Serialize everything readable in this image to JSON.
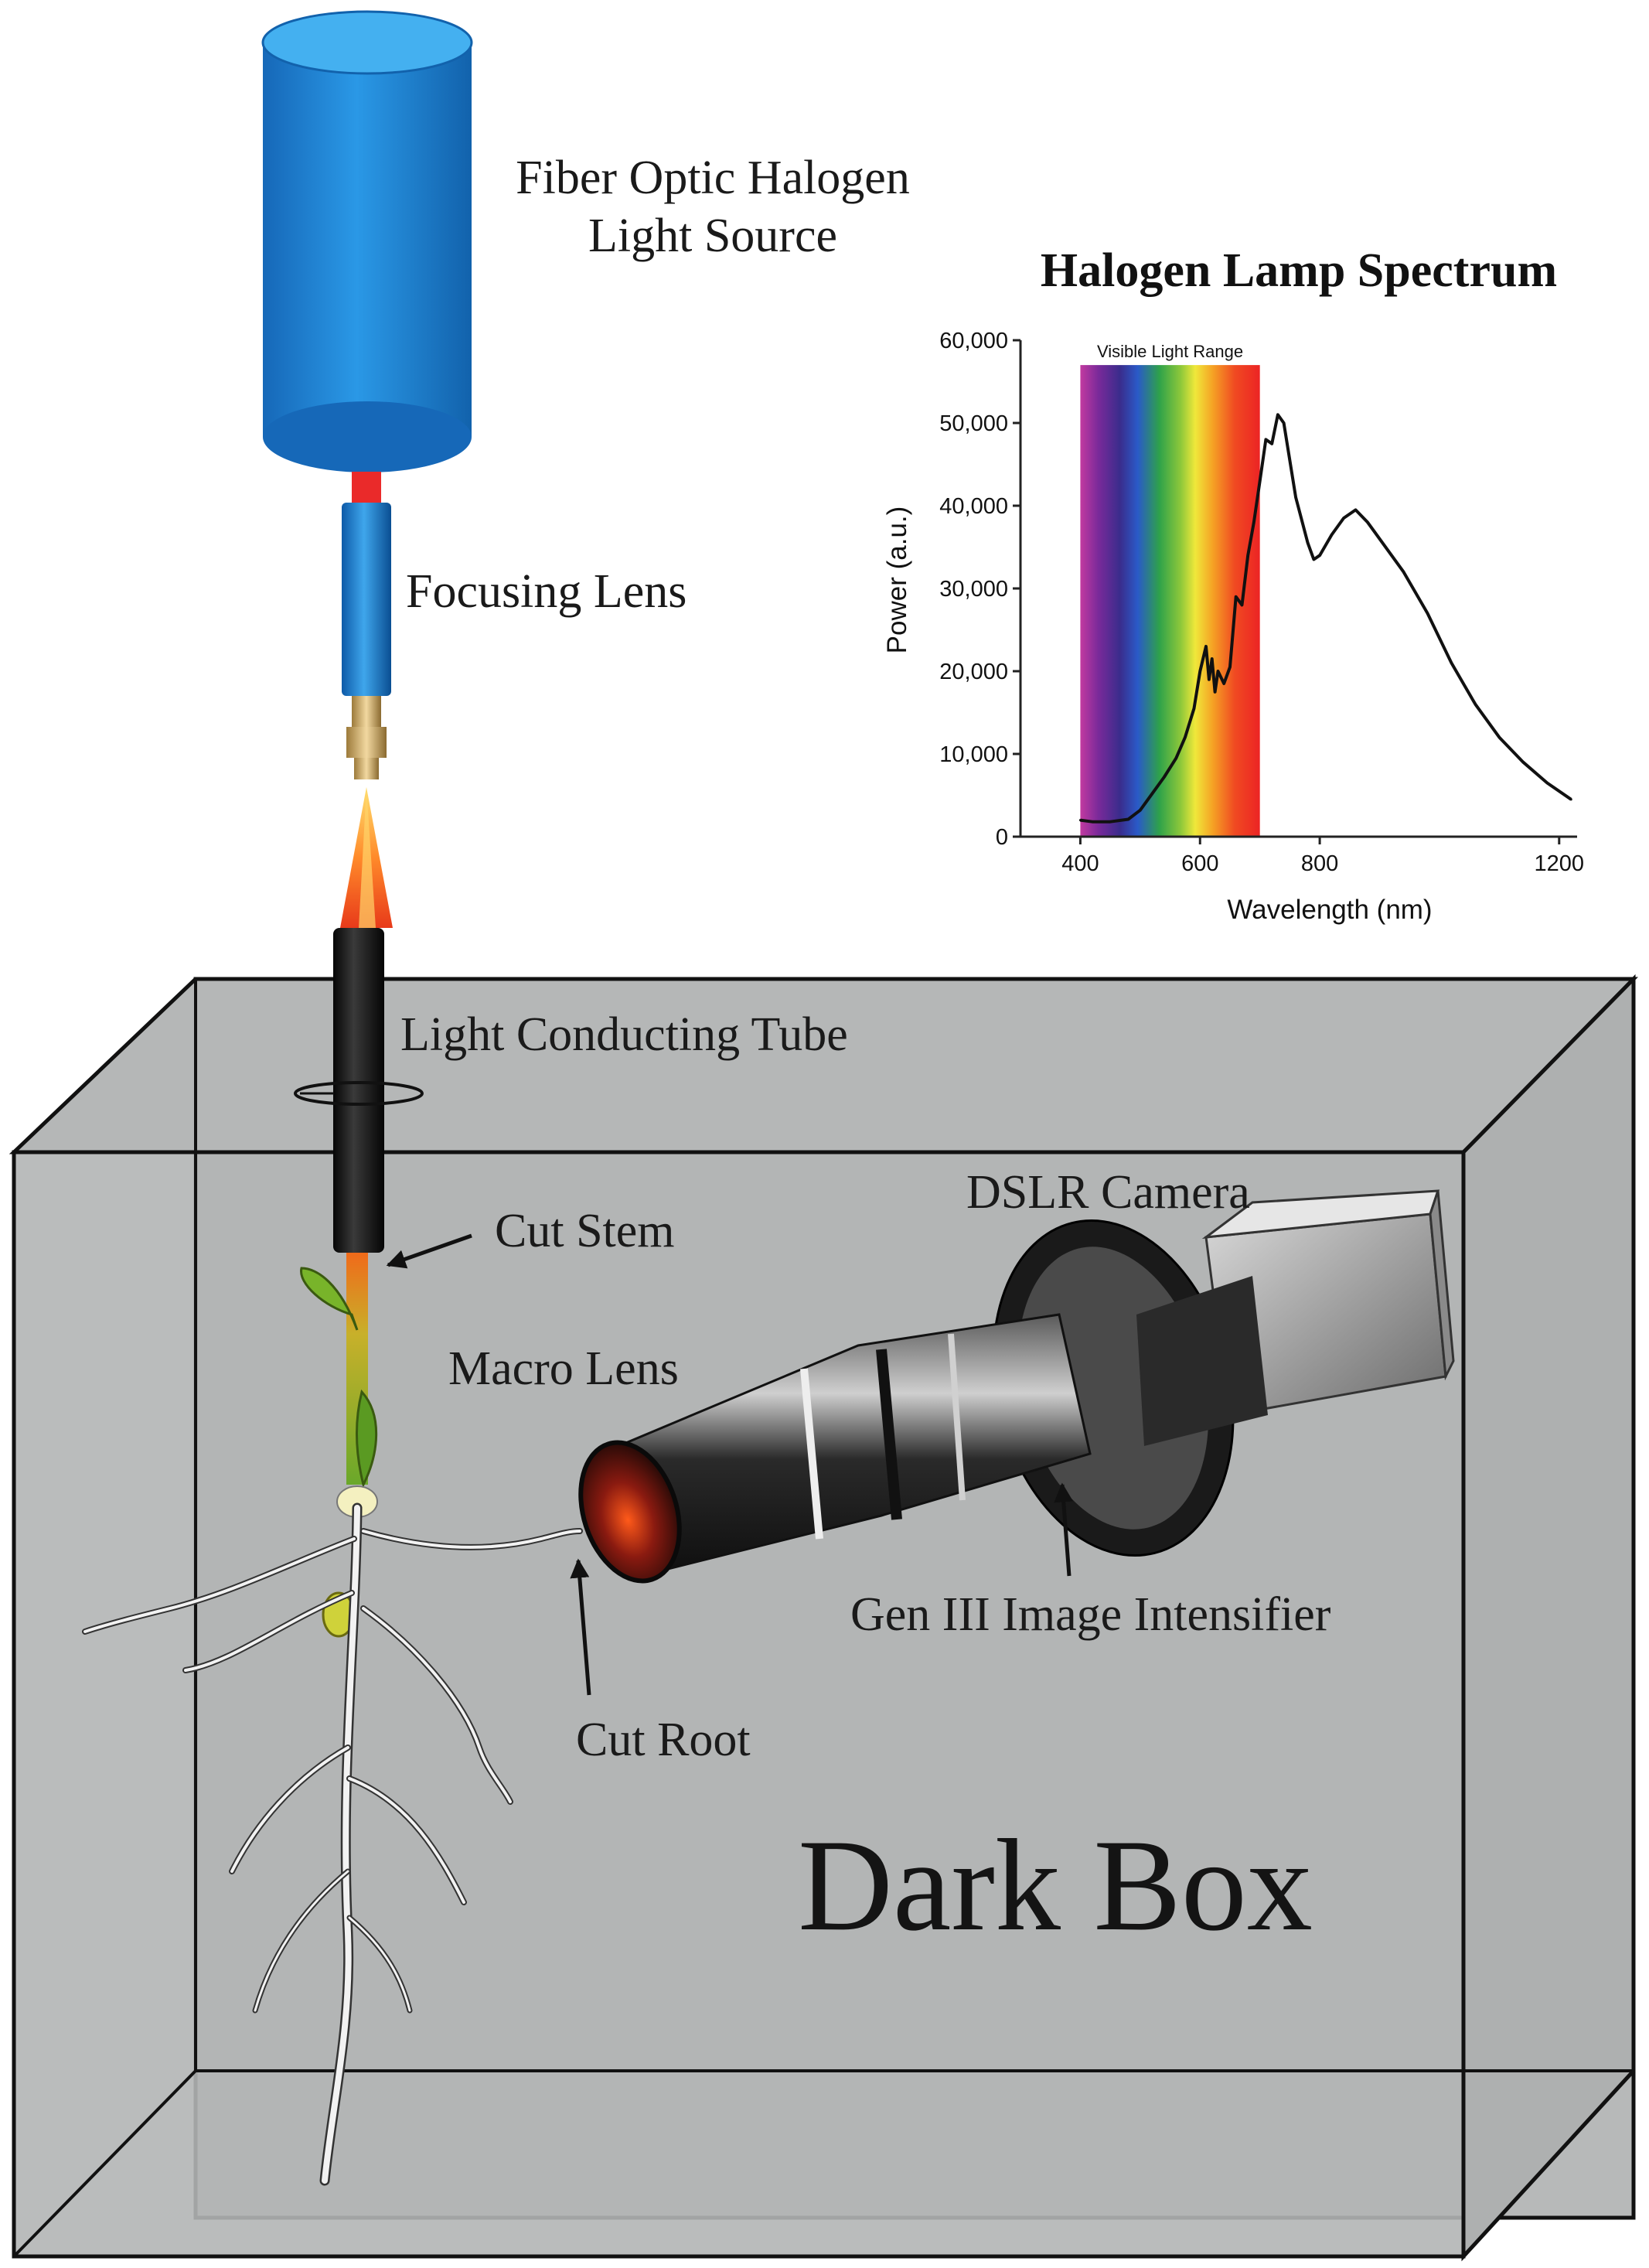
{
  "labels": {
    "light_source_line1": "Fiber Optic Halogen",
    "light_source_line2": "Light Source",
    "focusing_lens": "Focusing Lens",
    "light_tube": "Light Conducting Tube",
    "cut_stem": "Cut Stem",
    "macro_lens": "Macro Lens",
    "dslr": "DSLR Camera",
    "intensifier": "Gen III Image Intensifier",
    "cut_root": "Cut Root",
    "dark_box": "Dark Box"
  },
  "colors": {
    "box_fill": "#b3b5b5",
    "light_source_blue": "#1f86d6",
    "curve": "#111111"
  },
  "chart_data": {
    "type": "line",
    "title": "Halogen Lamp Spectrum",
    "xlabel": "Wavelength (nm)",
    "ylabel": "Power (a.u.)",
    "xlim": [
      300,
      1230
    ],
    "ylim": [
      0,
      60000
    ],
    "xticks": [
      400,
      600,
      800,
      1200
    ],
    "yticks": [
      0,
      10000,
      20000,
      30000,
      40000,
      50000,
      60000
    ],
    "ytick_labels": [
      "0",
      "10,000",
      "20,000",
      "30,000",
      "40,000",
      "50,000",
      "60,000"
    ],
    "band": {
      "label": "Visible Light Range",
      "x": [
        400,
        700
      ],
      "top": 57000
    },
    "series": [
      {
        "x": [
          400,
          420,
          450,
          480,
          500,
          520,
          540,
          560,
          575,
          590,
          600,
          610,
          615,
          620,
          625,
          630,
          640,
          650,
          660,
          670,
          680,
          690,
          700,
          710,
          720,
          730,
          740,
          760,
          780,
          790,
          800,
          820,
          840,
          860,
          880,
          900,
          940,
          980,
          1020,
          1060,
          1100,
          1140,
          1180,
          1220
        ],
        "y": [
          2000,
          1800,
          1800,
          2100,
          3200,
          5200,
          7200,
          9500,
          12000,
          15500,
          20000,
          23000,
          19000,
          21500,
          17500,
          20000,
          18500,
          20500,
          29000,
          28000,
          34000,
          38000,
          43000,
          48000,
          47500,
          51000,
          50000,
          41000,
          35500,
          33500,
          34000,
          36500,
          38500,
          39500,
          38000,
          36000,
          32000,
          27000,
          21000,
          16000,
          12000,
          9000,
          6500,
          4500
        ]
      }
    ]
  }
}
